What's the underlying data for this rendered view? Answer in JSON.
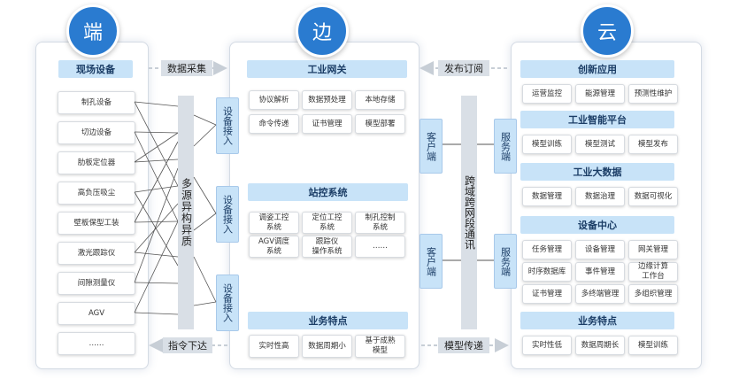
{
  "colors": {
    "accent": "#2a7bd0",
    "header_bg": "#c8e3f8",
    "bar_bg": "#d9dfe6",
    "line": "#555555"
  },
  "circles": {
    "left": "端",
    "mid": "边",
    "right": "云"
  },
  "left": {
    "header": "现场设备",
    "devices": [
      "制孔设备",
      "切边设备",
      "肋板定位器",
      "高负压吸尘",
      "壁板保型工装",
      "激光跟踪仪",
      "间隙测量仪",
      "AGV",
      "……"
    ],
    "bar": "多源异构异质",
    "access": [
      "设备接入",
      "设备接入",
      "设备接入"
    ]
  },
  "connectors": {
    "top": "数据采集",
    "bottom": "指令下达",
    "right_top": "发布订阅",
    "right_bottom": "模型传递"
  },
  "mid": {
    "gateway": {
      "title": "工业网关",
      "items": [
        "协议解析",
        "数据预处理",
        "本地存储",
        "命令传递",
        "证书管理",
        "模型部署"
      ]
    },
    "station": {
      "title": "站控系统",
      "items": [
        "调姿工控\n系统",
        "定位工控\n系统",
        "制孔控制\n系统",
        "AGV调度\n系统",
        "跟踪仪\n操作系统",
        "……"
      ]
    },
    "biz": {
      "title": "业务特点",
      "items": [
        "实时性高",
        "数据周期小",
        "基于成熟\n模型"
      ]
    },
    "client": [
      "客户端",
      "客户端"
    ],
    "bar": "跨域跨网段通讯",
    "service": [
      "服务端",
      "服务端"
    ]
  },
  "right": {
    "sections": [
      {
        "title": "创新应用",
        "items": [
          "运营监控",
          "能源管理",
          "预测性维护"
        ]
      },
      {
        "title": "工业智能平台",
        "items": [
          "模型训练",
          "模型测试",
          "模型发布"
        ]
      },
      {
        "title": "工业大数据",
        "items": [
          "数据管理",
          "数据治理",
          "数据可视化"
        ]
      },
      {
        "title": "设备中心",
        "items": [
          "任务管理",
          "设备管理",
          "网关管理",
          "时序数据库",
          "事件管理",
          "边缘计算\n工作台",
          "证书管理",
          "多终端管理",
          "多组织管理"
        ]
      },
      {
        "title": "业务特点",
        "items": [
          "实时性低",
          "数据周期长",
          "模型训练"
        ]
      }
    ]
  }
}
